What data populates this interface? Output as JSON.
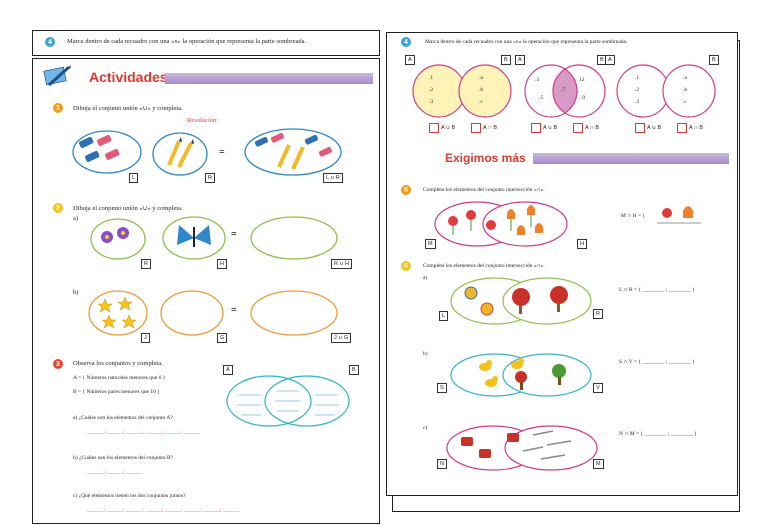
{
  "left_page": {
    "back_sheet": {
      "num": "4",
      "instruction": "Marca dentro de cada recuadro con una «x» la operación que representa la parte sombreada."
    },
    "heading": "Actividades",
    "ex1": {
      "num": "1",
      "instruction": "Dibuja el conjunto unión «∪» y completa.",
      "resolution_label": "Resolución:",
      "equals": "=",
      "labels": [
        "L",
        "R",
        "L ∪ R"
      ]
    },
    "ex2": {
      "num": "2",
      "instruction": "Dibuja el conjunto unión «∪» y completa.",
      "part_a": "a)",
      "part_b": "b)",
      "equals": "=",
      "labels_a": [
        "R",
        "H",
        "R ∪ H"
      ],
      "labels_b": [
        "J",
        "G",
        "J ∪ G"
      ]
    },
    "ex3": {
      "num": "3",
      "instruction": "Observa los conjuntos y completa.",
      "set_a": "A = { Números naturales menores que 6 }",
      "set_b": "B = { Números pares menores que 10 }",
      "q_a": "a)   ¿Cuáles son los elementos del conjunto A?",
      "q_b": "b)   ¿Cuáles son los elementos del conjunto B?",
      "q_c": "c)   ¿Qué elementos tienen los dos conjuntos juntos?",
      "blanks_a": "______; ______; ______; ______; ______; ______",
      "blanks_b": "______; ______; ______",
      "blanks_c": "______; ______; ______; ______; ______; ______; ______; ______",
      "labels": [
        "A",
        "B"
      ]
    }
  },
  "right_page": {
    "ex4": {
      "num": "4",
      "instruction": "Marca dentro de cada recuadro con una «x» la operación que representa la parte sombreada.",
      "labels": [
        "A",
        "B",
        "A",
        "B",
        "A",
        "B"
      ],
      "venn1_a": [
        ".1",
        ".2",
        ".3"
      ],
      "venn1_b": [
        ".a",
        ".b",
        ".c"
      ],
      "venn2_a": [
        ".3",
        ".5"
      ],
      "venn2_mid": [
        ".7"
      ],
      "venn2_b": [
        "12",
        ".9"
      ],
      "venn3_a": [
        ".1",
        ".2",
        ".3"
      ],
      "venn3_b": [
        ".a",
        ".b",
        ".c"
      ],
      "options": [
        "A ∪ B",
        "A ∩ B"
      ]
    },
    "heading": "Exigimos más",
    "ex5": {
      "num": "5",
      "instruction": "Completa los elementos del conjunto intersección «∩».",
      "labels": [
        "M",
        "H"
      ],
      "answer": "M ∩ H = {"
    },
    "ex6": {
      "num": "6",
      "instruction": "Completa los elementos del conjunto intersección «∩».",
      "part_a": "a)",
      "part_b": "b)",
      "part_c": "c)",
      "labels_a": [
        "L",
        "R"
      ],
      "labels_b": [
        "S",
        "V"
      ],
      "labels_c": [
        "N",
        "M"
      ],
      "answer_a": "L ∩ R = { ________ ; ________ }",
      "answer_b": "S ∩ V = { ________ ; ________ }",
      "answer_c": "N ∩ M = { ________ ; ________ }"
    }
  },
  "colors": {
    "blue_ring": "#2f86c8",
    "green_ring": "#8cc04a",
    "orange_ring": "#f29a3a",
    "teal_ring": "#35b5c9",
    "pink_ring": "#d23a8a",
    "heading_red": "#e0382d"
  }
}
